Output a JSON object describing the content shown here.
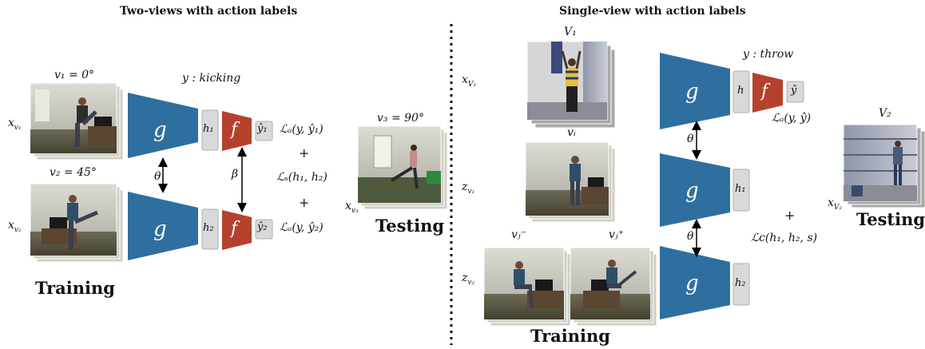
{
  "colors": {
    "encoder": "#2f6f9f",
    "classifier": "#b5412c",
    "feature_box": "#d9d9d9",
    "divider": "#000000"
  },
  "left": {
    "title": "Two-views with action labels",
    "training_label": "Training",
    "testing_label": "Testing",
    "view1_angle": "v₁ = 0°",
    "view2_angle": "v₂ = 45°",
    "view3_angle": "v₃ = 90°",
    "x_v1": "x",
    "x_v1_sub": "v₁",
    "x_v2": "x",
    "x_v2_sub": "v₂",
    "x_v3": "x",
    "x_v3_sub": "v₃",
    "label_y": "y : kicking",
    "encoder_label": "g",
    "classifier_label": "f",
    "h1": "h₁",
    "h2": "h₂",
    "yhat1": "ŷ₁",
    "yhat2": "ŷ₂",
    "theta": "θ",
    "beta": "β",
    "loss_a1": "ℒₐ(y, ŷ₁)",
    "loss_s": "ℒₛ(h₁, h₂)",
    "loss_a2": "ℒₐ(y, ŷ₂)",
    "plus": "+"
  },
  "right": {
    "title": "Single-view with action labels",
    "training_label": "Training",
    "testing_label": "Testing",
    "V1": "V₁",
    "V2": "V₂",
    "vi": "vᵢ",
    "vj_minus": "vⱼ⁻",
    "vj_plus": "vⱼ⁺",
    "x_V1": "x",
    "x_V1_sub": "V₁",
    "x_V2": "x",
    "x_V2_sub": "V₂",
    "z_v1": "z",
    "z_v1_sub": "v₁",
    "z_v2": "z",
    "z_v2_sub": "v₂",
    "label_y": "y : throw",
    "encoder_label": "g",
    "classifier_label": "f",
    "h": "h",
    "h1": "h₁",
    "h2": "h₂",
    "yhat": "ŷ",
    "theta": "θ",
    "loss_a": "ℒₐ(y, ŷ)",
    "loss_c": "ℒc(h₁, h₂, s)",
    "plus": "+"
  }
}
